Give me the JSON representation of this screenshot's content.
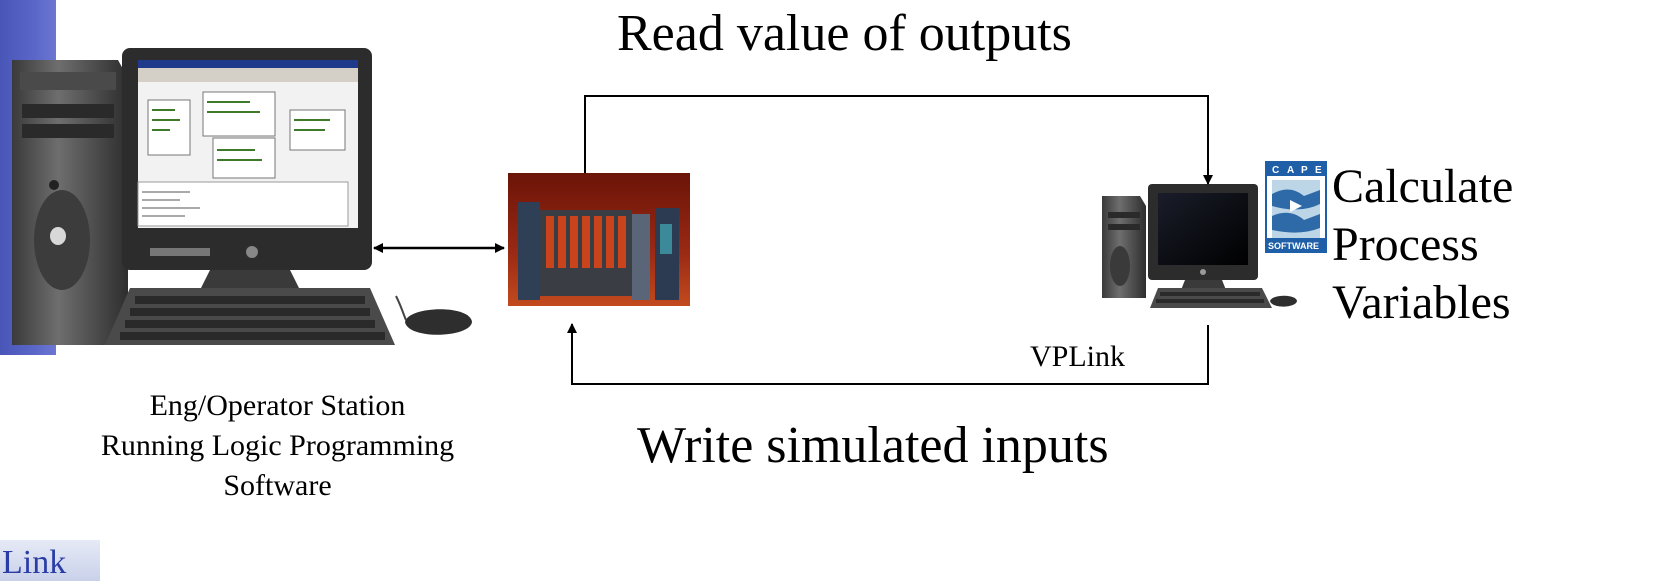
{
  "labels": {
    "read_outputs": "Read value of outputs",
    "write_inputs": "Write simulated inputs",
    "calculate": [
      "Calculate",
      "Process",
      "Variables"
    ],
    "vplink": "VPLink",
    "station": [
      "Eng/Operator Station",
      "Running Logic Programming",
      "Software"
    ],
    "link_tab": "Link",
    "cape_logo": {
      "letters": [
        "C",
        "A",
        "P",
        "E"
      ],
      "word": "SOFTWARE"
    }
  },
  "colors": {
    "sidebar": "#5a66c8",
    "link_tab_text": "#2a3da6",
    "cape_blue": "#1f5fa8",
    "plc_background": "#8a1e10",
    "arrow": "#000000"
  }
}
